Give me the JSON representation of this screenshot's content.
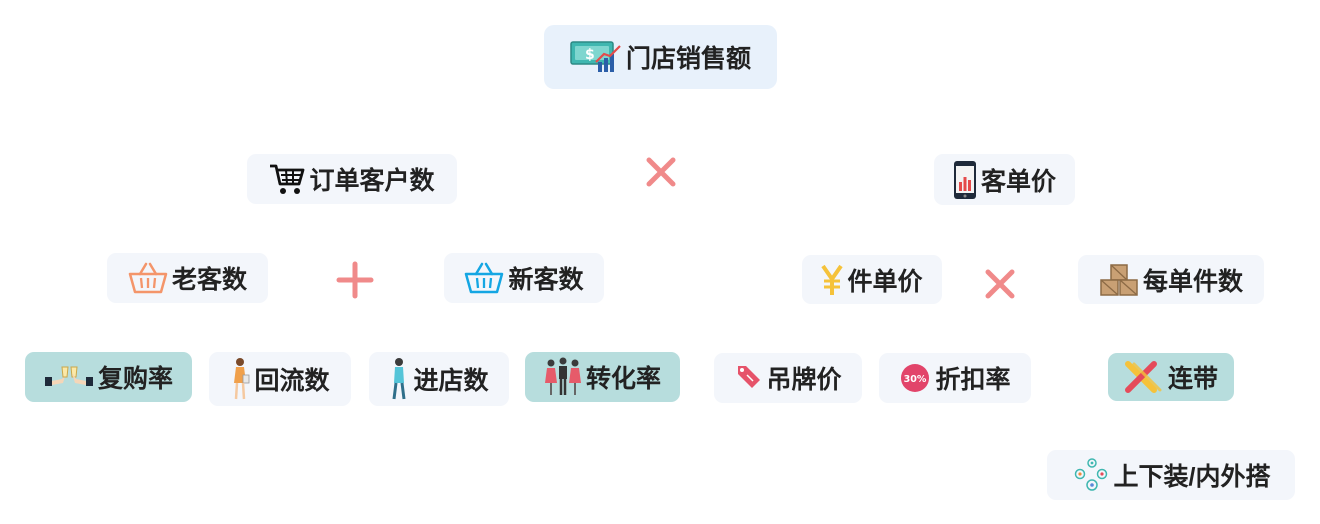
{
  "root": {
    "label": "门店销售额",
    "icon": "money-chart-icon"
  },
  "level1": {
    "left": {
      "label": "订单客户数",
      "icon": "shopping-cart-icon"
    },
    "operator": "multiply",
    "right": {
      "label": "客单价",
      "icon": "phone-chart-icon"
    }
  },
  "level2": {
    "old_customers": {
      "label": "老客数",
      "icon": "basket-orange-icon"
    },
    "operator_left": "plus",
    "new_customers": {
      "label": "新客数",
      "icon": "basket-blue-icon"
    },
    "unit_price": {
      "label": "件单价",
      "icon": "yen-icon"
    },
    "operator_right": "multiply",
    "items_per_order": {
      "label": "每单件数",
      "icon": "boxes-icon"
    }
  },
  "level3": {
    "repurchase_rate": {
      "label": "复购率",
      "icon": "toast-cheers-icon",
      "highlight": true
    },
    "return_count": {
      "label": "回流数",
      "icon": "woman-shopping-icon",
      "highlight": false
    },
    "store_visits": {
      "label": "进店数",
      "icon": "person-standing-icon",
      "highlight": false
    },
    "conversion_rate": {
      "label": "转化率",
      "icon": "mannequins-icon",
      "highlight": true
    },
    "tag_price": {
      "label": "吊牌价",
      "icon": "price-tag-icon",
      "highlight": false
    },
    "discount_rate": {
      "label": "折扣率",
      "icon": "discount-badge-icon",
      "badge_text": "30%",
      "highlight": false
    },
    "bundling": {
      "label": "连带",
      "icon": "cross-link-icon",
      "highlight": true
    }
  },
  "level4": {
    "outfit": {
      "label": "上下装/内外搭",
      "icon": "dots-cluster-icon"
    }
  },
  "colors": {
    "node_bg": "#f3f6fb",
    "highlight_bg": "#b7dddd",
    "operator": "#f08a8a",
    "text": "#222222"
  }
}
